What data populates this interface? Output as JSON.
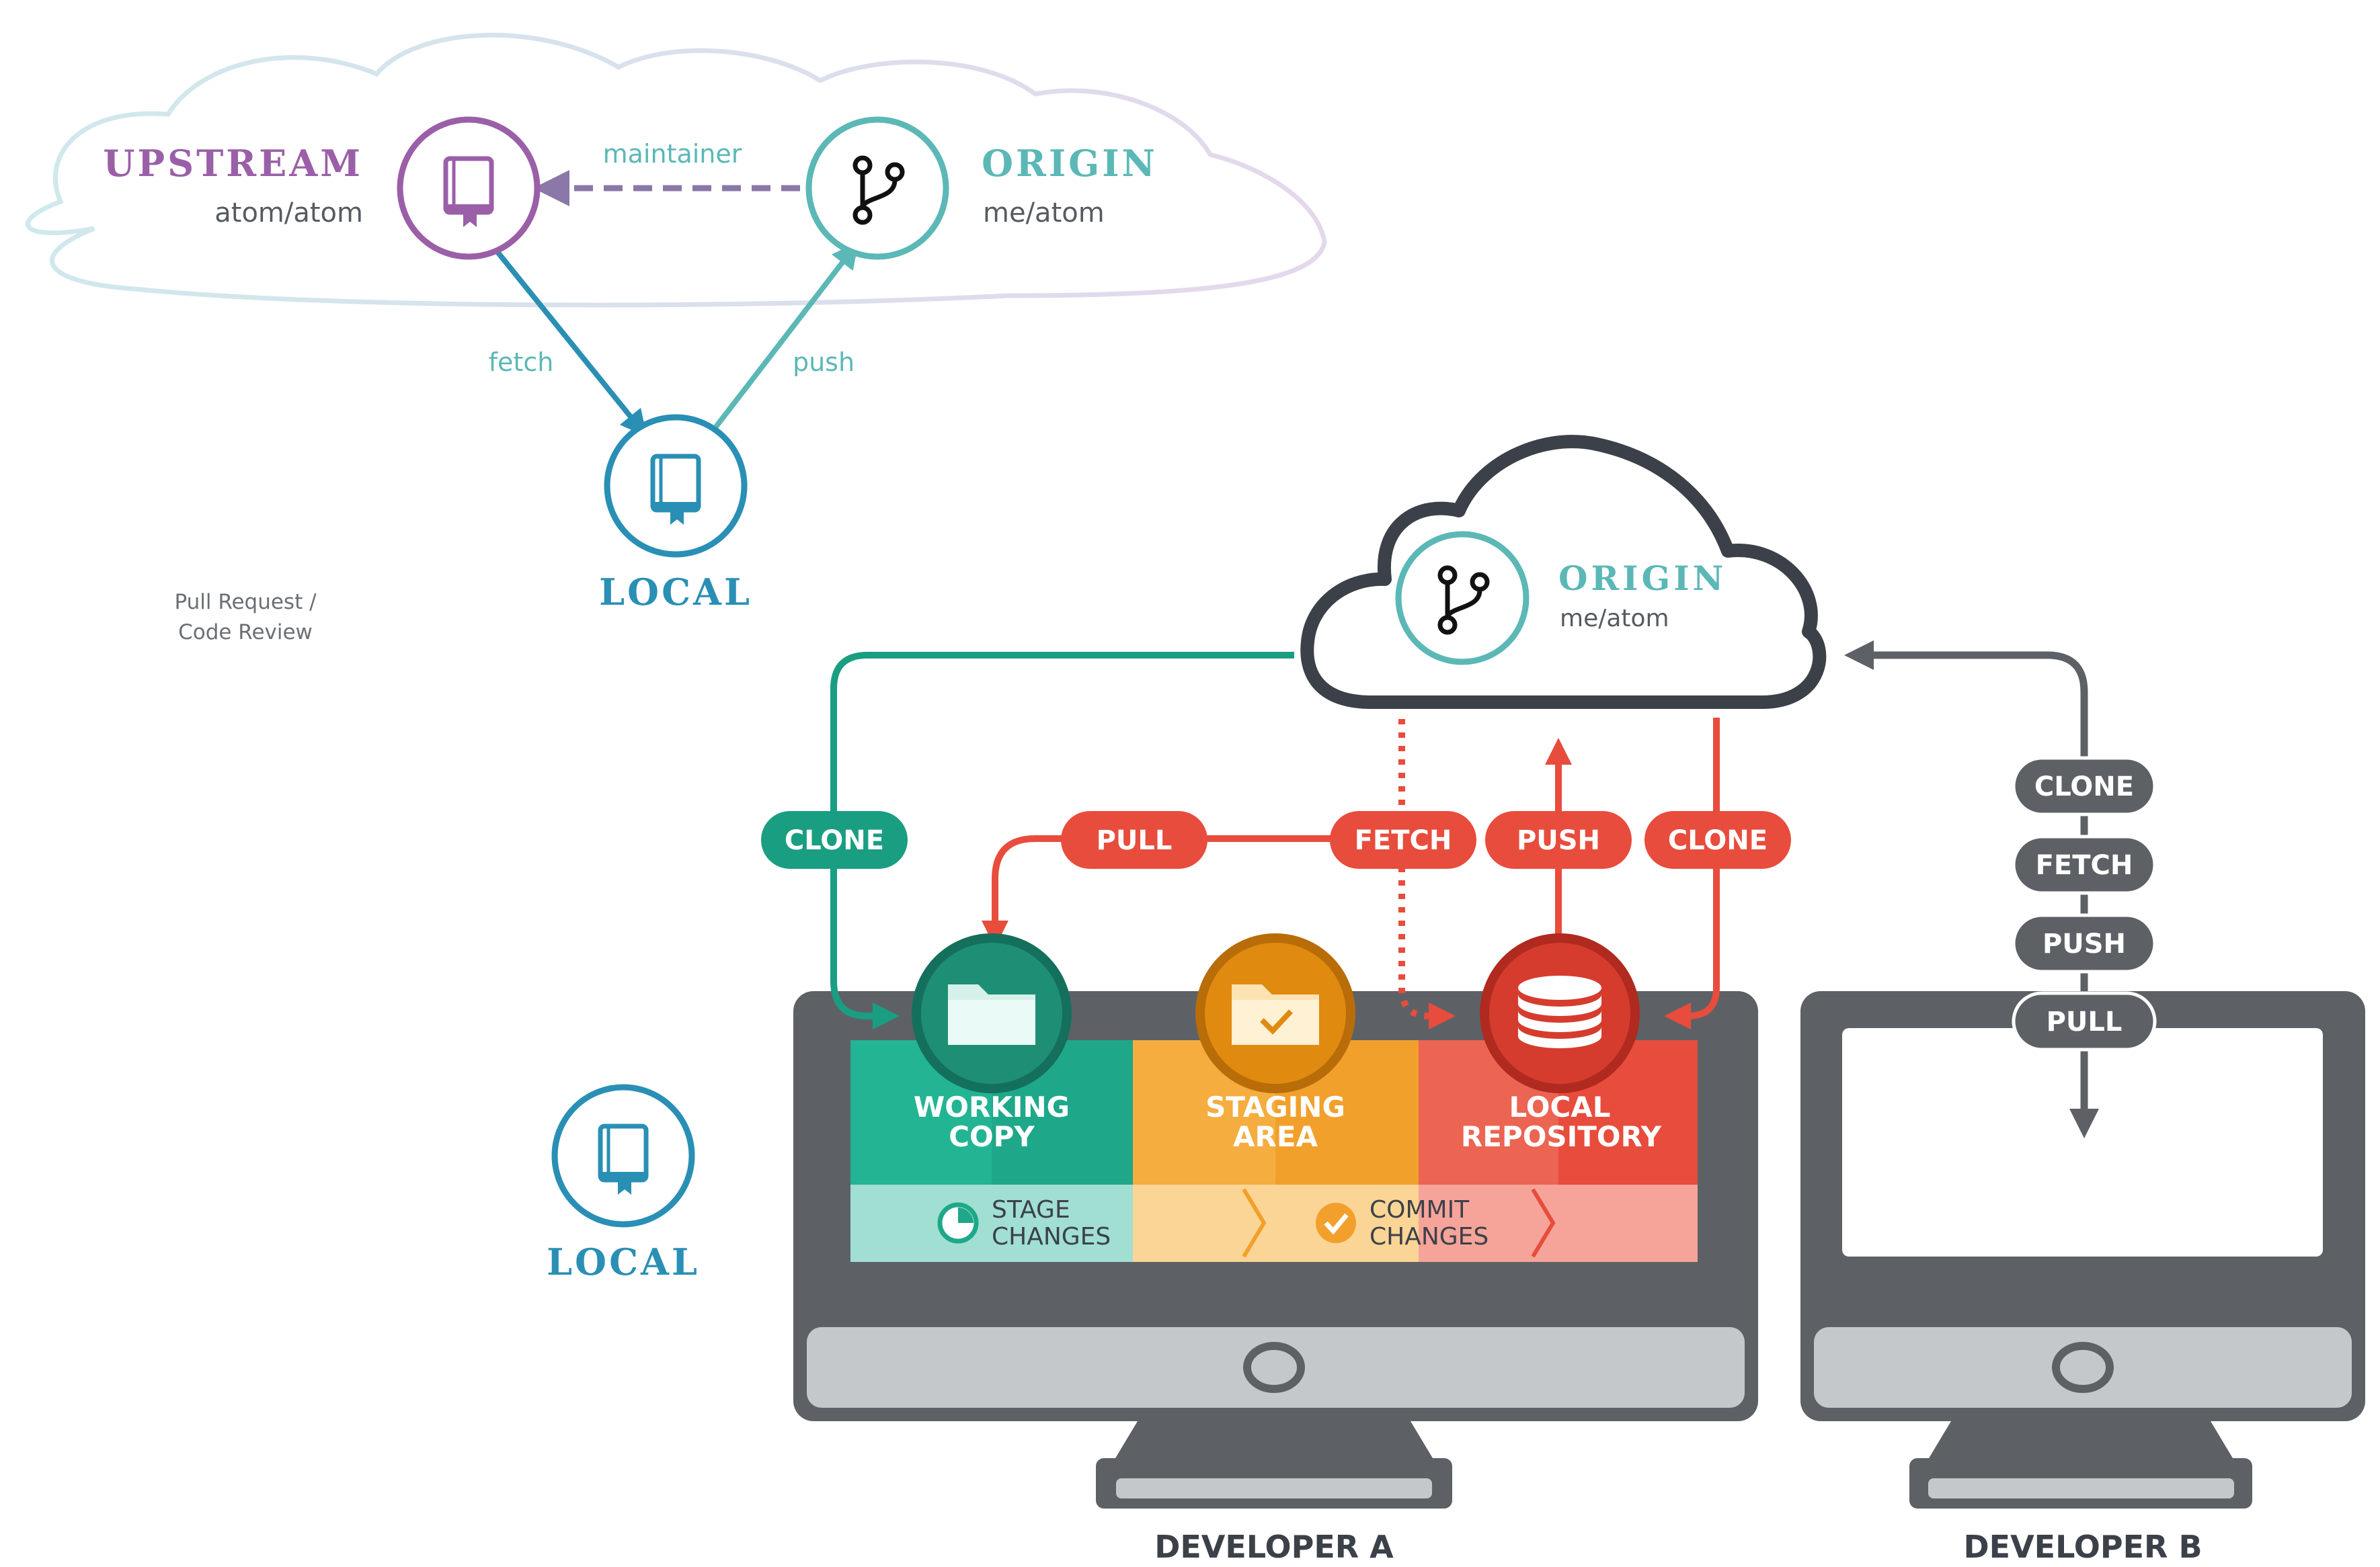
{
  "top": {
    "upstream": {
      "title": "UPSTREAM",
      "repo": "atom/atom"
    },
    "origin": {
      "title": "ORIGIN",
      "repo": "me/atom"
    },
    "maintainer_label": "maintainer",
    "fetch_label": "fetch",
    "push_label": "push",
    "local_label": "LOCAL",
    "pr_line1": "Pull Request /",
    "pr_line2": "Code Review"
  },
  "left_local_label": "LOCAL",
  "cloud": {
    "title": "ORIGIN",
    "repo": "me/atom"
  },
  "dev_a": {
    "pills": {
      "clone_green": "CLONE",
      "pull": "PULL",
      "fetch": "FETCH",
      "push": "PUSH",
      "clone_red": "CLONE"
    },
    "working": [
      "WORKING",
      "COPY"
    ],
    "staging": [
      "STAGING",
      "AREA"
    ],
    "local_repo": [
      "LOCAL",
      "REPOSITORY"
    ],
    "stage_changes": [
      "STAGE",
      "CHANGES"
    ],
    "commit_changes": [
      "COMMIT",
      "CHANGES"
    ],
    "caption": "DEVELOPER A"
  },
  "dev_b": {
    "pills": [
      "CLONE",
      "FETCH",
      "PUSH",
      "PULL"
    ],
    "caption": "DEVELOPER B"
  },
  "colors": {
    "purple": "#9b5fa8",
    "teal": "#5bb8b6",
    "blue": "#2a8fb5",
    "green": "#1a9e82",
    "orange": "#f4a12f",
    "red": "#e84c3d",
    "dark": "#3c4149",
    "gray": "#5d6166"
  }
}
